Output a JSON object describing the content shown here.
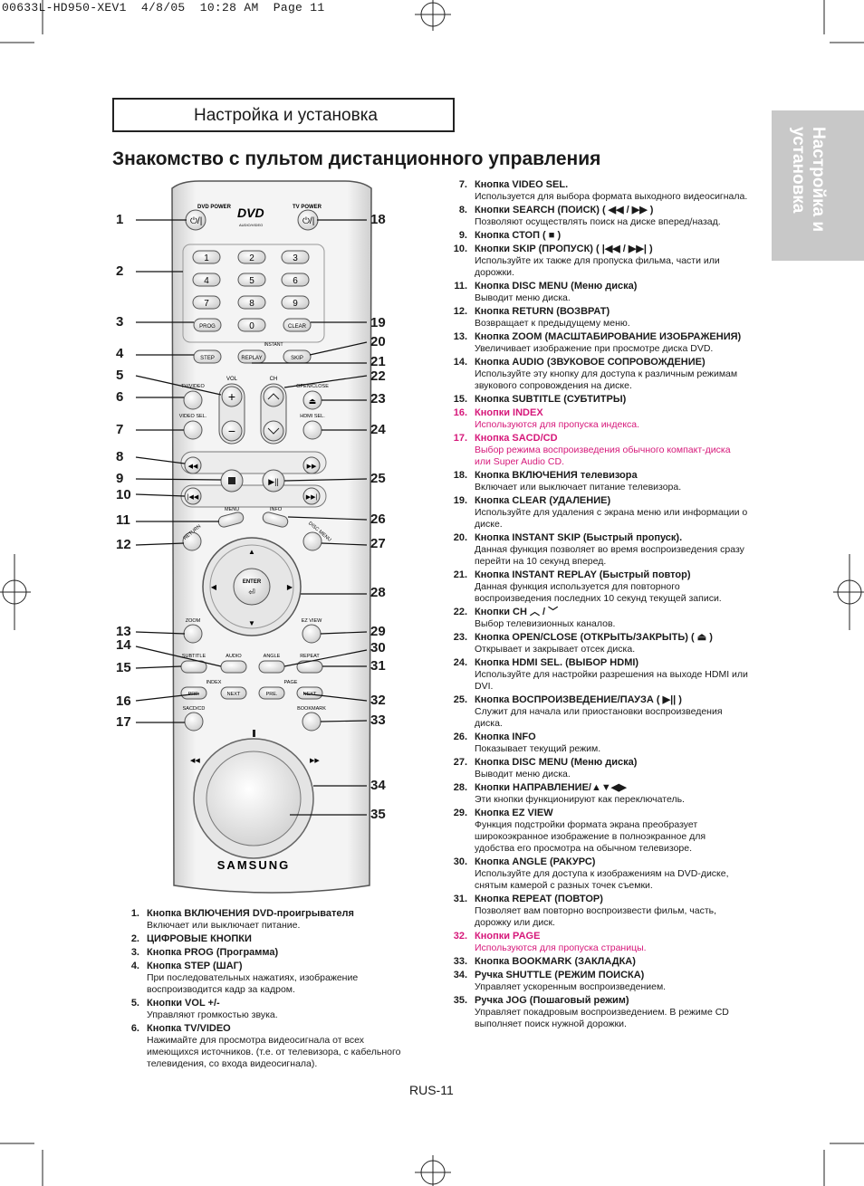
{
  "print_header": "00633L-HD950-XEV1  4/8/05  10:28 AM  Page 11",
  "section_box_title": "Настройка и установка",
  "side_tab": [
    "Настройка и",
    "установка"
  ],
  "page_title": "Знакомство с пультом дистанционного управления",
  "remote": {
    "dvd_power": "DVD POWER",
    "tv_power": "TV POWER",
    "dvd_logo": "DVD",
    "dvd_logo_sub": "AUDIO/VIDEO",
    "digits": [
      "1",
      "2",
      "3",
      "4",
      "5",
      "6",
      "7",
      "8",
      "9"
    ],
    "zero": "0",
    "prog": "PROG",
    "clear": "CLEAR",
    "instant": "INSTANT",
    "step": "STEP",
    "replay": "REPLAY",
    "skip": "SKIP",
    "vol": "VOL",
    "ch": "CH",
    "tv_video": "TV/VIDEO",
    "open_close": "OPEN/CLOSE",
    "video_sel": "VIDEO SEL.",
    "hdmi_sel": "HDMI SEL.",
    "menu": "MENU",
    "info": "INFO",
    "return": "RETURN",
    "disc_menu": "DISC MENU",
    "enter": "ENTER",
    "zoom": "ZOOM",
    "ez_view": "EZ VIEW",
    "subtitle": "SUBTITLE",
    "audio": "AUDIO",
    "angle": "ANGLE",
    "repeat": "REPEAT",
    "index": "INDEX",
    "page": "PAGE",
    "pre": "PRE.",
    "next": "NEXT",
    "sacd_cd": "SACD/CD",
    "bookmark": "BOOKMARK",
    "brand": "SAMSUNG"
  },
  "callouts_left": [
    "1",
    "2",
    "3",
    "4",
    "5",
    "6",
    "7",
    "8",
    "9",
    "10",
    "11",
    "12",
    "13",
    "14",
    "15",
    "16",
    "17"
  ],
  "callouts_right": [
    "18",
    "19",
    "20",
    "21",
    "22",
    "23",
    "24",
    "25",
    "26",
    "27",
    "28",
    "29",
    "30",
    "31",
    "32",
    "33",
    "34",
    "35"
  ],
  "items_left": [
    {
      "num": "1.",
      "title": "Кнопка ВКЛЮЧЕНИЯ DVD-проигрывателя",
      "desc": "Включает или выключает питание."
    },
    {
      "num": "2.",
      "title": "ЦИФРОВЫЕ КНОПКИ",
      "desc": ""
    },
    {
      "num": "3.",
      "title": "Кнопка PROG (Программа)",
      "desc": ""
    },
    {
      "num": "4.",
      "title": "Кнопка STEP (ШАГ)",
      "desc": "При последовательных нажатиях, изображение воспроизводится кадр за кадром."
    },
    {
      "num": "5.",
      "title": "Кнопки VOL +/-",
      "desc": "Управляют громкостью звука."
    },
    {
      "num": "6.",
      "title": "Кнопка TV/VIDEO",
      "desc": "Нажимайте для просмотра видеосигнала от всех имеющихся источников. (т.е. от телевизора, с кабельного телевидения, со входа видеосигнала)."
    }
  ],
  "items_right": [
    {
      "num": "7.",
      "title": "Кнопка VIDEO SEL.",
      "desc": "Используется для выбора формата выходного видеосигнала.",
      "pink": false
    },
    {
      "num": "8.",
      "title": "Кнопки SEARCH (ПОИСК) ( ◀◀ / ▶▶ )",
      "desc": "Позволяют осуществлять поиск на диске вперед/назад.",
      "pink": false
    },
    {
      "num": "9.",
      "title": "Кнопка СТОП ( ■ )",
      "desc": "",
      "pink": false
    },
    {
      "num": "10.",
      "title": "Кнопки SKIP (ПРОПУСК) ( |◀◀ / ▶▶| )",
      "desc": "Используйте их также для пропуска фильма, части или дорожки.",
      "pink": false
    },
    {
      "num": "11.",
      "title": "Кнопка DISC MENU (Меню диска)",
      "desc": "Выводит меню диска.",
      "pink": false
    },
    {
      "num": "12.",
      "title": "Кнопка RETURN (ВОЗВРАТ)",
      "desc": "Возвращает к предыдущему меню.",
      "pink": false
    },
    {
      "num": "13.",
      "title": "Кнопка ZOOM (МАСШТАБИРОВАНИЕ ИЗОБРАЖЕНИЯ)",
      "desc": "Увеличивает изображение при просмотре диска DVD.",
      "pink": false
    },
    {
      "num": "14.",
      "title": "Кнопка AUDIO (ЗВУКОВОЕ СОПРОВОЖДЕНИЕ)",
      "desc": "Используйте эту кнопку для доступа к различным режимам звукового сопровождения на диске.",
      "pink": false
    },
    {
      "num": "15.",
      "title": "Кнопка SUBTITLE (СУБТИТРЫ)",
      "desc": "",
      "pink": false
    },
    {
      "num": "16.",
      "title": "Кнопки INDEX",
      "desc": "Используются для пропуска индекса.",
      "pink": true
    },
    {
      "num": "17.",
      "title": "Кнопка SACD/CD",
      "desc": "Выбор режима воспроизведения обычного компакт-диска или Super Audio CD.",
      "pink": true
    },
    {
      "num": "18.",
      "title": "Кнопка ВКЛЮЧЕНИЯ телевизора",
      "desc": "Включает или выключает питание телевизора.",
      "pink": false
    },
    {
      "num": "19.",
      "title": "Кнопка CLEAR (УДАЛЕНИЕ)",
      "desc": "Используйте для удаления с экрана меню или информации о диске.",
      "pink": false
    },
    {
      "num": "20.",
      "title": "Кнопка INSTANT SKIP (Быстрый пропуск).",
      "desc": "Данная функция позволяет во время воспроизведения сразу перейти на 10 секунд вперед.",
      "pink": false
    },
    {
      "num": "21.",
      "title": "Кнопка INSTANT REPLAY (Быстрый повтор)",
      "desc": "Данная функция используется для повторного воспроизведения последних 10 секунд текущей записи.",
      "pink": false
    },
    {
      "num": "22.",
      "title": "Кнопки CH ︿ / ﹀",
      "desc": "Выбор телевизионных каналов.",
      "pink": false
    },
    {
      "num": "23.",
      "title": "Кнопка OPEN/CLOSE (ОТКРЫТЬ/ЗАКРЫТЬ) ( ⏏ )",
      "desc": "Открывает и закрывает отсек диска.",
      "pink": false
    },
    {
      "num": "24.",
      "title": "Кнопка HDMI SEL. (ВЫБОР HDMI)",
      "desc": "Используйте для настройки разрешения на выходе HDMI или DVI.",
      "pink": false
    },
    {
      "num": "25.",
      "title": "Кнопка ВОСПРОИЗВЕДЕНИЕ/ПАУЗА ( ▶|| )",
      "desc": "Служит для начала или приостановки воспроизведения диска.",
      "pink": false
    },
    {
      "num": "26.",
      "title": "Кнопка INFO",
      "desc": "Показывает текущий режим.",
      "pink": false
    },
    {
      "num": "27.",
      "title": "Кнопка DISC MENU (Меню диска)",
      "desc": "Выводит меню диска.",
      "pink": false
    },
    {
      "num": "28.",
      "title": "Кнопки НАПРАВЛЕНИЕ/▲▼◀▶",
      "desc": "Эти кнопки функционируют как переключатель.",
      "pink": false
    },
    {
      "num": "29.",
      "title": "Кнопка EZ VIEW",
      "desc": "Функция подстройки формата экрана преобразует широкоэкранное изображение в полноэкранное для удобства его просмотра на обычном телевизоре.",
      "pink": false
    },
    {
      "num": "30.",
      "title": "Кнопка ANGLE (РАКУРС)",
      "desc": "Используйте для доступа к изображениям на DVD-диске, снятым камерой с разных точек съемки.",
      "pink": false
    },
    {
      "num": "31.",
      "title": "Кнопка REPEAT (ПОВТОР)",
      "desc": "Позволяет вам повторно воспроизвести фильм, часть, дорожку или диск.",
      "pink": false
    },
    {
      "num": "32.",
      "title": "Кнопки PAGE",
      "desc": "Используются для пропуска страницы.",
      "pink": true
    },
    {
      "num": "33.",
      "title": "Кнопка BOOKMARK (ЗАКЛАДКА)",
      "desc": "",
      "pink": false
    },
    {
      "num": "34.",
      "title": "Ручка SHUTTLE (РЕЖИМ ПОИСКА)",
      "desc": "Управляет ускоренным воспроизведением.",
      "pink": false
    },
    {
      "num": "35.",
      "title": "Ручка JOG (Пошаговый режим)",
      "desc": "Управляет покадровым воспроизведением. В режиме CD выполняет поиск нужной дорожки.",
      "pink": false
    }
  ],
  "footer": "RUS-11",
  "colors": {
    "pink": "#d6187a",
    "tab_gray": "#c8c8c8"
  }
}
